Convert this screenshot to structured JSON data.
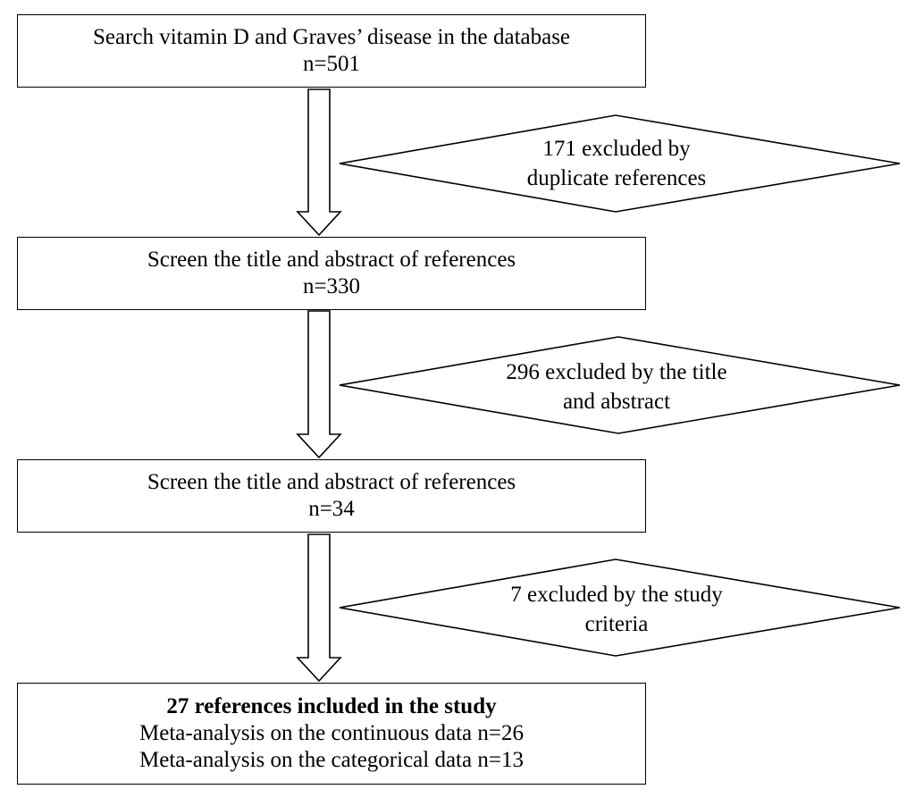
{
  "boxes": {
    "search": {
      "line1": "Search vitamin D and Graves’ disease in the database",
      "line2": "n=501"
    },
    "screen1": {
      "line1": "Screen the title and abstract of references",
      "line2": "n=330"
    },
    "screen2": {
      "line1": "Screen the title and abstract of references",
      "line2": "n=34"
    },
    "included": {
      "title": "27 references included in the study",
      "line2": "Meta-analysis on the continuous data n=26",
      "line3": "Meta-analysis on the categorical data n=13"
    }
  },
  "exclusions": {
    "duplicates": {
      "line1": "171 excluded by",
      "line2": "duplicate references"
    },
    "title_abstract": {
      "line1": "296 excluded by the title",
      "line2": "and abstract"
    },
    "criteria": {
      "line1": "7 excluded by the study",
      "line2": "criteria"
    }
  }
}
